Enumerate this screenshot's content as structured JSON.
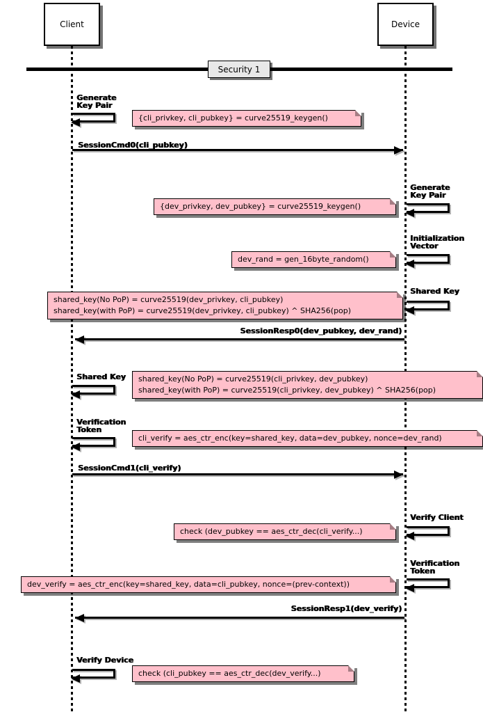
{
  "diagram": {
    "actors": {
      "client": "Client",
      "device": "Device"
    },
    "divider_label": "Security 1",
    "ops": {
      "cli_gen_keypair": "Generate\nKey Pair",
      "dev_gen_keypair": "Generate\nKey Pair",
      "dev_init_vector": "Initialization\nVector",
      "dev_shared_key": "Shared Key",
      "cli_shared_key": "Shared Key",
      "cli_verif_token": "Verification\nToken",
      "dev_verify_client": "Verify Client",
      "dev_verif_token": "Verification\nToken",
      "cli_verify_device": "Verify Device"
    },
    "messages": {
      "session_cmd0": "SessionCmd0(cli_pubkey)",
      "session_resp0": "SessionResp0(dev_pubkey, dev_rand)",
      "session_cmd1": "SessionCmd1(cli_verify)",
      "session_resp1": "SessionResp1(dev_verify)"
    },
    "notes": {
      "cli_keygen": "{cli_privkey, cli_pubkey} = curve25519_keygen()",
      "dev_keygen": "{dev_privkey, dev_pubkey} = curve25519_keygen()",
      "dev_rand": "dev_rand = gen_16byte_random()",
      "dev_shared": "shared_key(No PoP) = curve25519(dev_privkey, cli_pubkey)\nshared_key(with PoP) = curve25519(dev_privkey, cli_pubkey) ^ SHA256(pop)",
      "cli_shared": "shared_key(No PoP) = curve25519(cli_privkey, dev_pubkey)\nshared_key(with PoP) = curve25519(cli_privkey, dev_pubkey) ^ SHA256(pop)",
      "cli_verify": "cli_verify = aes_ctr_enc(key=shared_key, data=dev_pubkey, nonce=dev_rand)",
      "check_client": "check (dev_pubkey == aes_ctr_dec(cli_verify...)",
      "dev_verify": "dev_verify = aes_ctr_enc(key=shared_key, data=cli_pubkey, nonce=(prev-context))",
      "check_device": "check (cli_pubkey == aes_ctr_dec(dev_verify...)"
    },
    "colors": {
      "note_fill": "#ffc0cb",
      "divider_fill": "#e8e8e8"
    }
  }
}
